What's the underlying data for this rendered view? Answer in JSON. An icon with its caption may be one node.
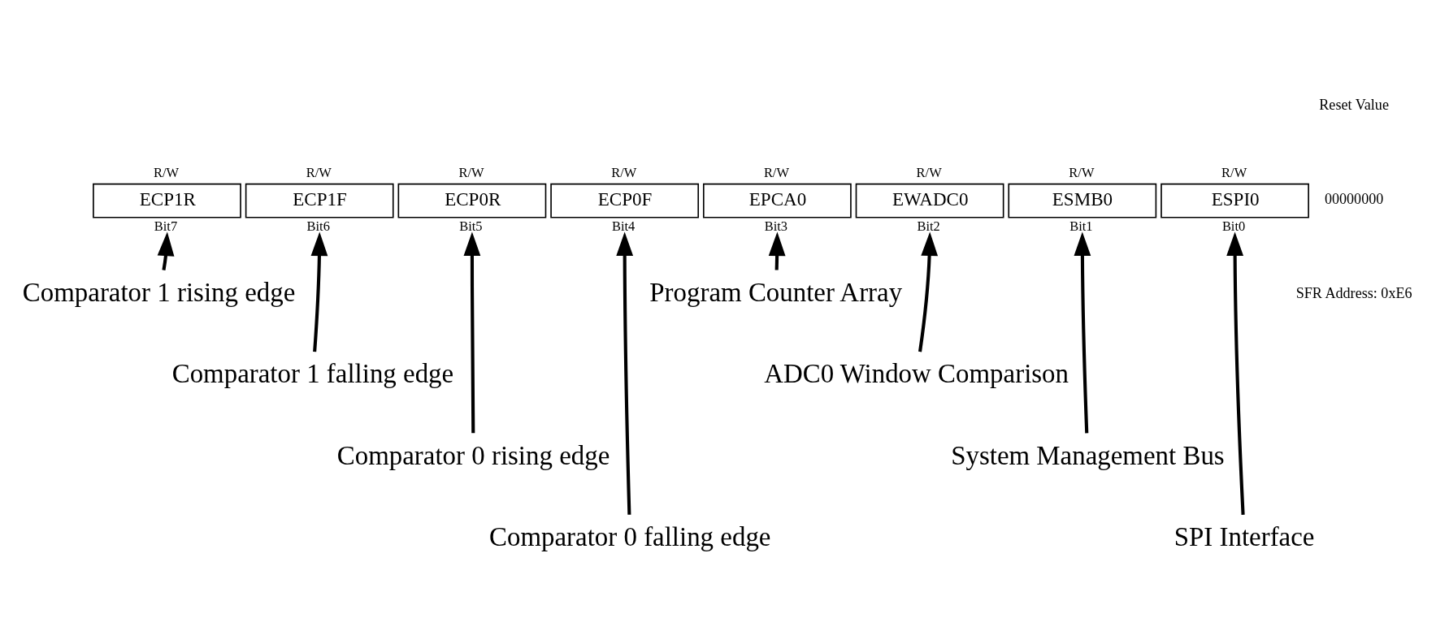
{
  "diagram": {
    "nodes": [
      {
        "text": [
          "ECP1R"
        ],
        "beside": [
          "R/W",
          "Bit7"
        ]
      },
      {
        "text": [
          "ECP1F"
        ],
        "beside": [
          "R/W",
          "Bit6"
        ]
      },
      {
        "text": [
          "ECP0R"
        ],
        "beside": [
          "R/W",
          "Bit5"
        ]
      },
      {
        "text": [
          "ECP0F"
        ],
        "beside": [
          "R/W",
          "Bit4"
        ]
      },
      {
        "text": [
          "EPCA0"
        ],
        "beside": [
          "R/W",
          "Bit3"
        ]
      },
      {
        "text": [
          "EWADC0"
        ],
        "beside": [
          "R/W",
          "Bit2"
        ]
      },
      {
        "text": [
          "ESMB0"
        ],
        "beside": [
          "R/W",
          "Bit1"
        ]
      },
      {
        "text": [
          "ESPI0"
        ],
        "beside": [
          "R/W",
          "Bit0"
        ]
      },
      {
        "text": [
          "Comparator 1 rising edge"
        ]
      },
      {
        "text": [
          "Program Counter Array"
        ]
      },
      {
        "text": [
          "Comparator 1 falling edge"
        ]
      },
      {
        "text": [
          "ADC0 Window Comparison"
        ]
      },
      {
        "text": [
          "Comparator 0 rising edge"
        ]
      },
      {
        "text": [
          "System Management Bus"
        ]
      },
      {
        "text": [
          "Comparator 0 falling edge"
        ]
      },
      {
        "text": [
          "SPI Interface"
        ]
      }
    ],
    "edges": [
      {
        "from": 8,
        "to": 0,
        "arrow": "to"
      },
      {
        "from": 9,
        "to": 4,
        "arrow": "to"
      },
      {
        "from": 10,
        "to": 1,
        "arrow": "to"
      },
      {
        "from": 11,
        "to": 5,
        "arrow": "to"
      },
      {
        "from": 12,
        "to": 2,
        "arrow": "to"
      },
      {
        "from": 13,
        "to": 6,
        "arrow": "to"
      },
      {
        "from": 14,
        "to": 3,
        "arrow": "to"
      },
      {
        "from": 15,
        "to": 7,
        "arrow": "to"
      }
    ],
    "labels": [
      "Reset Value",
      "00000000",
      "SFR Address: 0xE6"
    ]
  }
}
